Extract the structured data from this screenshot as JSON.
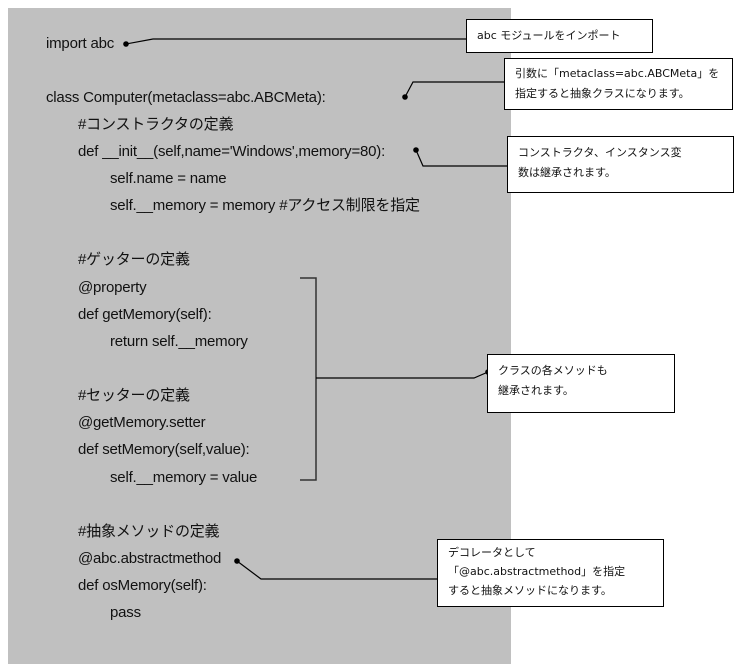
{
  "code": {
    "lines": [
      "import abc",
      "class Computer(metaclass=abc.ABCMeta):",
      "#コンストラクタの定義",
      "def __init__(self,name='Windows',memory=80):",
      "self.name = name",
      "self.__memory = memory #アクセス制限を指定",
      "#ゲッターの定義",
      "@property",
      "def getMemory(self):",
      "return self.__memory",
      "#セッターの定義",
      "@getMemory.setter",
      "def setMemory(self,value):",
      "self.__memory = value",
      "#抽象メソッドの定義",
      "@abc.abstractmethod",
      "def osMemory(self):",
      "pass"
    ]
  },
  "callouts": {
    "import": [
      "abc モジュールをインポート"
    ],
    "metaclass": [
      "引数に「metaclass=abc.ABCMeta」を",
      "指定すると抽象クラスになります。"
    ],
    "constructor": [
      "コンストラクタ、インスタンス変",
      "数は継承されます。"
    ],
    "methods": [
      "クラスの各メソッドも",
      "継承されます。"
    ],
    "abstract": [
      "デコレータとして",
      "「@abc.abstractmethod」を指定",
      "すると抽象メソッドになります。"
    ]
  },
  "colors": {
    "panel": "#c0c0c0",
    "line": "#000000",
    "callout_bg": "#ffffff"
  }
}
